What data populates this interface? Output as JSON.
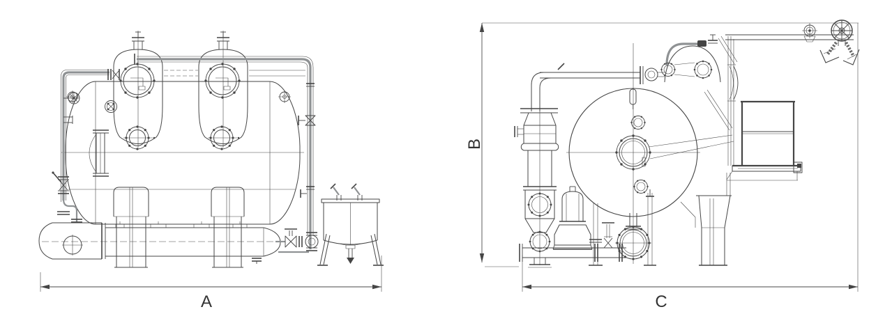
{
  "drawing": {
    "background": "#ffffff",
    "line_color": "#454545",
    "pipe_color": "#8f9294",
    "label_color": "#333333",
    "views": {
      "side_view": {
        "dimensions": {
          "overall_length": {
            "label": "A"
          }
        }
      },
      "end_view": {
        "dimensions": {
          "overall_height": {
            "label": "B"
          },
          "overall_width": {
            "label": "C"
          }
        }
      }
    }
  }
}
